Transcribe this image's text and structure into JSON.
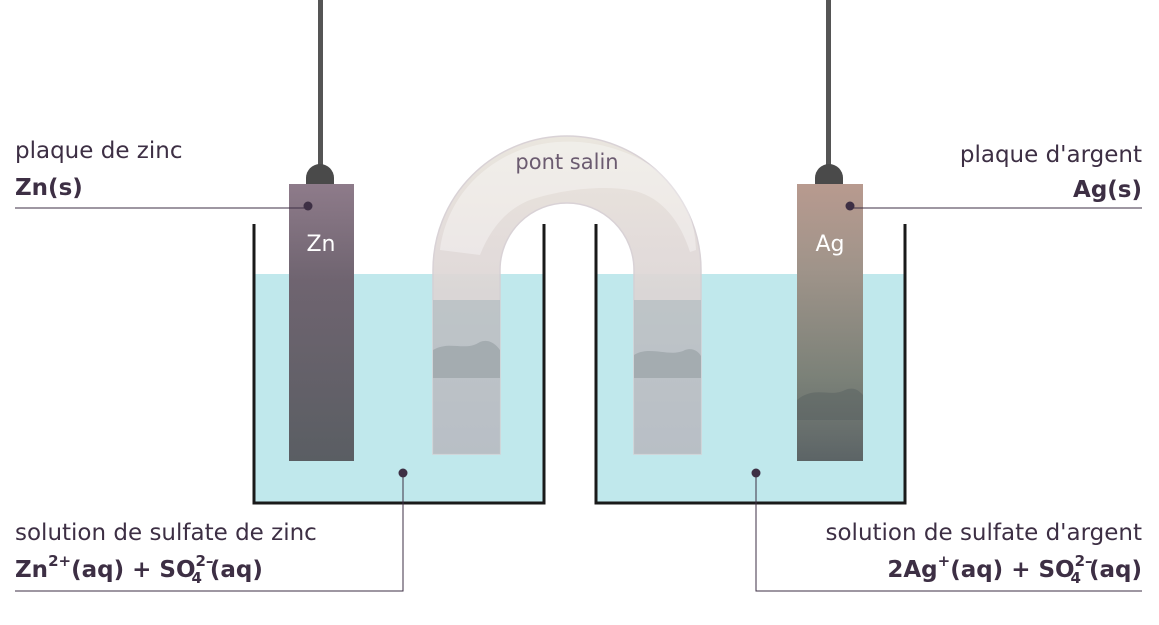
{
  "zinc_plate": {
    "label": "plaque de zinc",
    "formula": "Zn(s)",
    "electrode_symbol": "Zn"
  },
  "silver_plate": {
    "label": "plaque d'argent",
    "formula": "Ag(s)",
    "electrode_symbol": "Ag"
  },
  "salt_bridge": {
    "label": "pont salin"
  },
  "zinc_solution": {
    "label": "solution de sulfate de zinc",
    "cation": "Zn",
    "cation_charge": "2+",
    "cation_state": "(aq) + ",
    "anion": "SO",
    "anion_charge": "2–",
    "anion_subscript": "4",
    "anion_state": "(aq)"
  },
  "silver_solution": {
    "label": "solution de sulfate d'argent",
    "cation": "2Ag",
    "cation_charge": "+",
    "cation_state": "(aq) + ",
    "anion": "SO",
    "anion_charge": "2–",
    "anion_subscript": "4",
    "anion_state": "(aq)"
  },
  "colors": {
    "ink": "#3d2f44",
    "solution": "#c0e8ec",
    "beaker": "#1a1a1a",
    "wire": "#555555",
    "zinc": "#8a7786",
    "silver": "#b69a8e"
  }
}
